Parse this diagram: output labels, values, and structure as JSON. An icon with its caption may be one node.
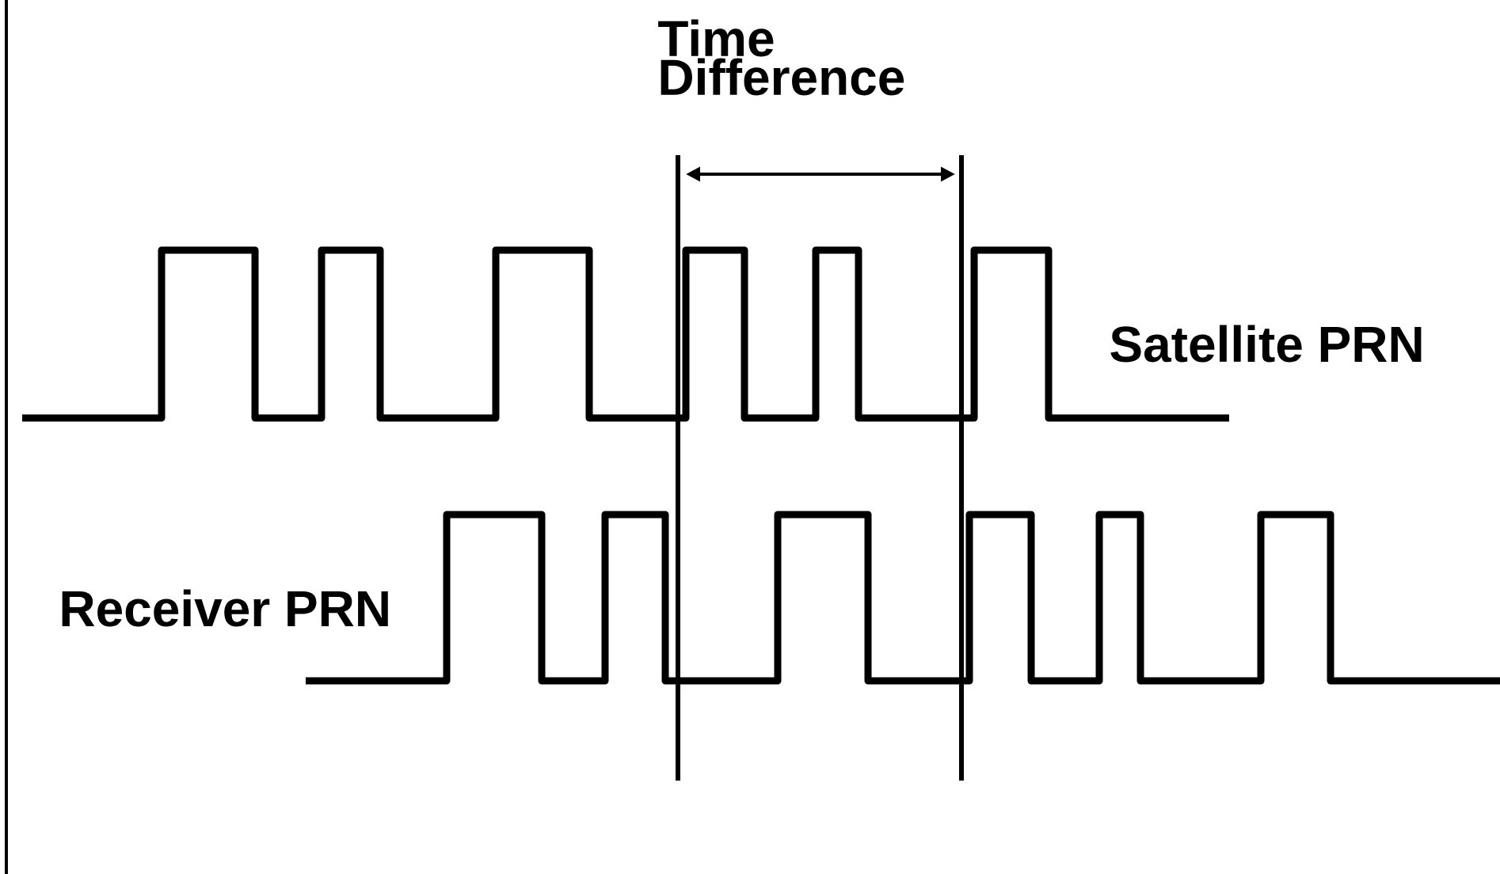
{
  "diagram": {
    "labels": [
      "Time Difference",
      "Satellite PRN",
      "Receiver PRN"
    ]
  }
}
